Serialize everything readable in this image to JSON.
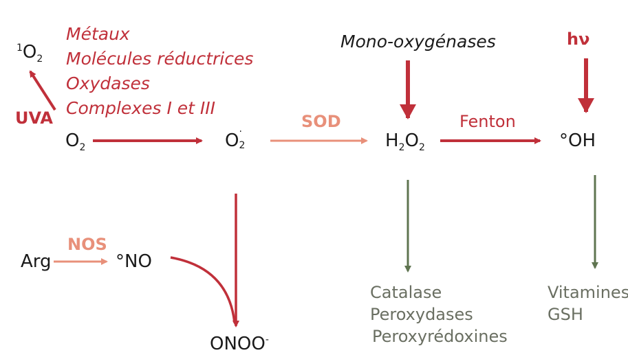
{
  "colors": {
    "red": "#c0303a",
    "orange": "#e8907a",
    "green": "#5f7450",
    "text": "#1a1a1a",
    "grey_text": "#6a6f62"
  },
  "species": {
    "singlet_o2": {
      "pre": "1",
      "main": "O",
      "sub": "2"
    },
    "o2": {
      "main": "O",
      "sub": "2"
    },
    "superoxide": {
      "main": "O",
      "sup": "·",
      "sub": "2"
    },
    "h2o2": {
      "main1": "H",
      "sub1": "2",
      "main2": "O",
      "sub2": "2"
    },
    "hydroxyl": "°OH",
    "arg": "Arg",
    "no": "°NO",
    "peroxynitrite": {
      "main": "ONOO",
      "sup": "-"
    }
  },
  "sources": [
    "Métaux",
    "Molécules réductrices",
    "Oxydases",
    "Complexes I et III"
  ],
  "enzymes": {
    "uva": "UVA",
    "sod": "SOD",
    "fenton": "Fenton",
    "nos": "NOS",
    "monooxygenases": "Mono-oxygénases",
    "hv": "hν"
  },
  "defenses": {
    "h2o2": [
      "Catalase",
      "Peroxydases",
      "Peroxyrédoxines"
    ],
    "hydroxyl": [
      "Vitamines",
      "GSH"
    ]
  }
}
